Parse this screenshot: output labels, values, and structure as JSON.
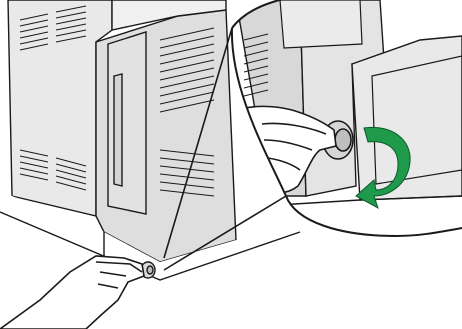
{
  "colors": {
    "background": "#ffffff",
    "printer_body": "#e6e6e6",
    "printer_shade": "#cfcfcf",
    "outline": "#1a1a1a",
    "skin": "#ffffff",
    "rotation_arrow": "#1f9a4a"
  },
  "icons": [
    "printer-panel",
    "hand-turning-knob",
    "rotation-arrow-icon",
    "magnifier-callout"
  ]
}
